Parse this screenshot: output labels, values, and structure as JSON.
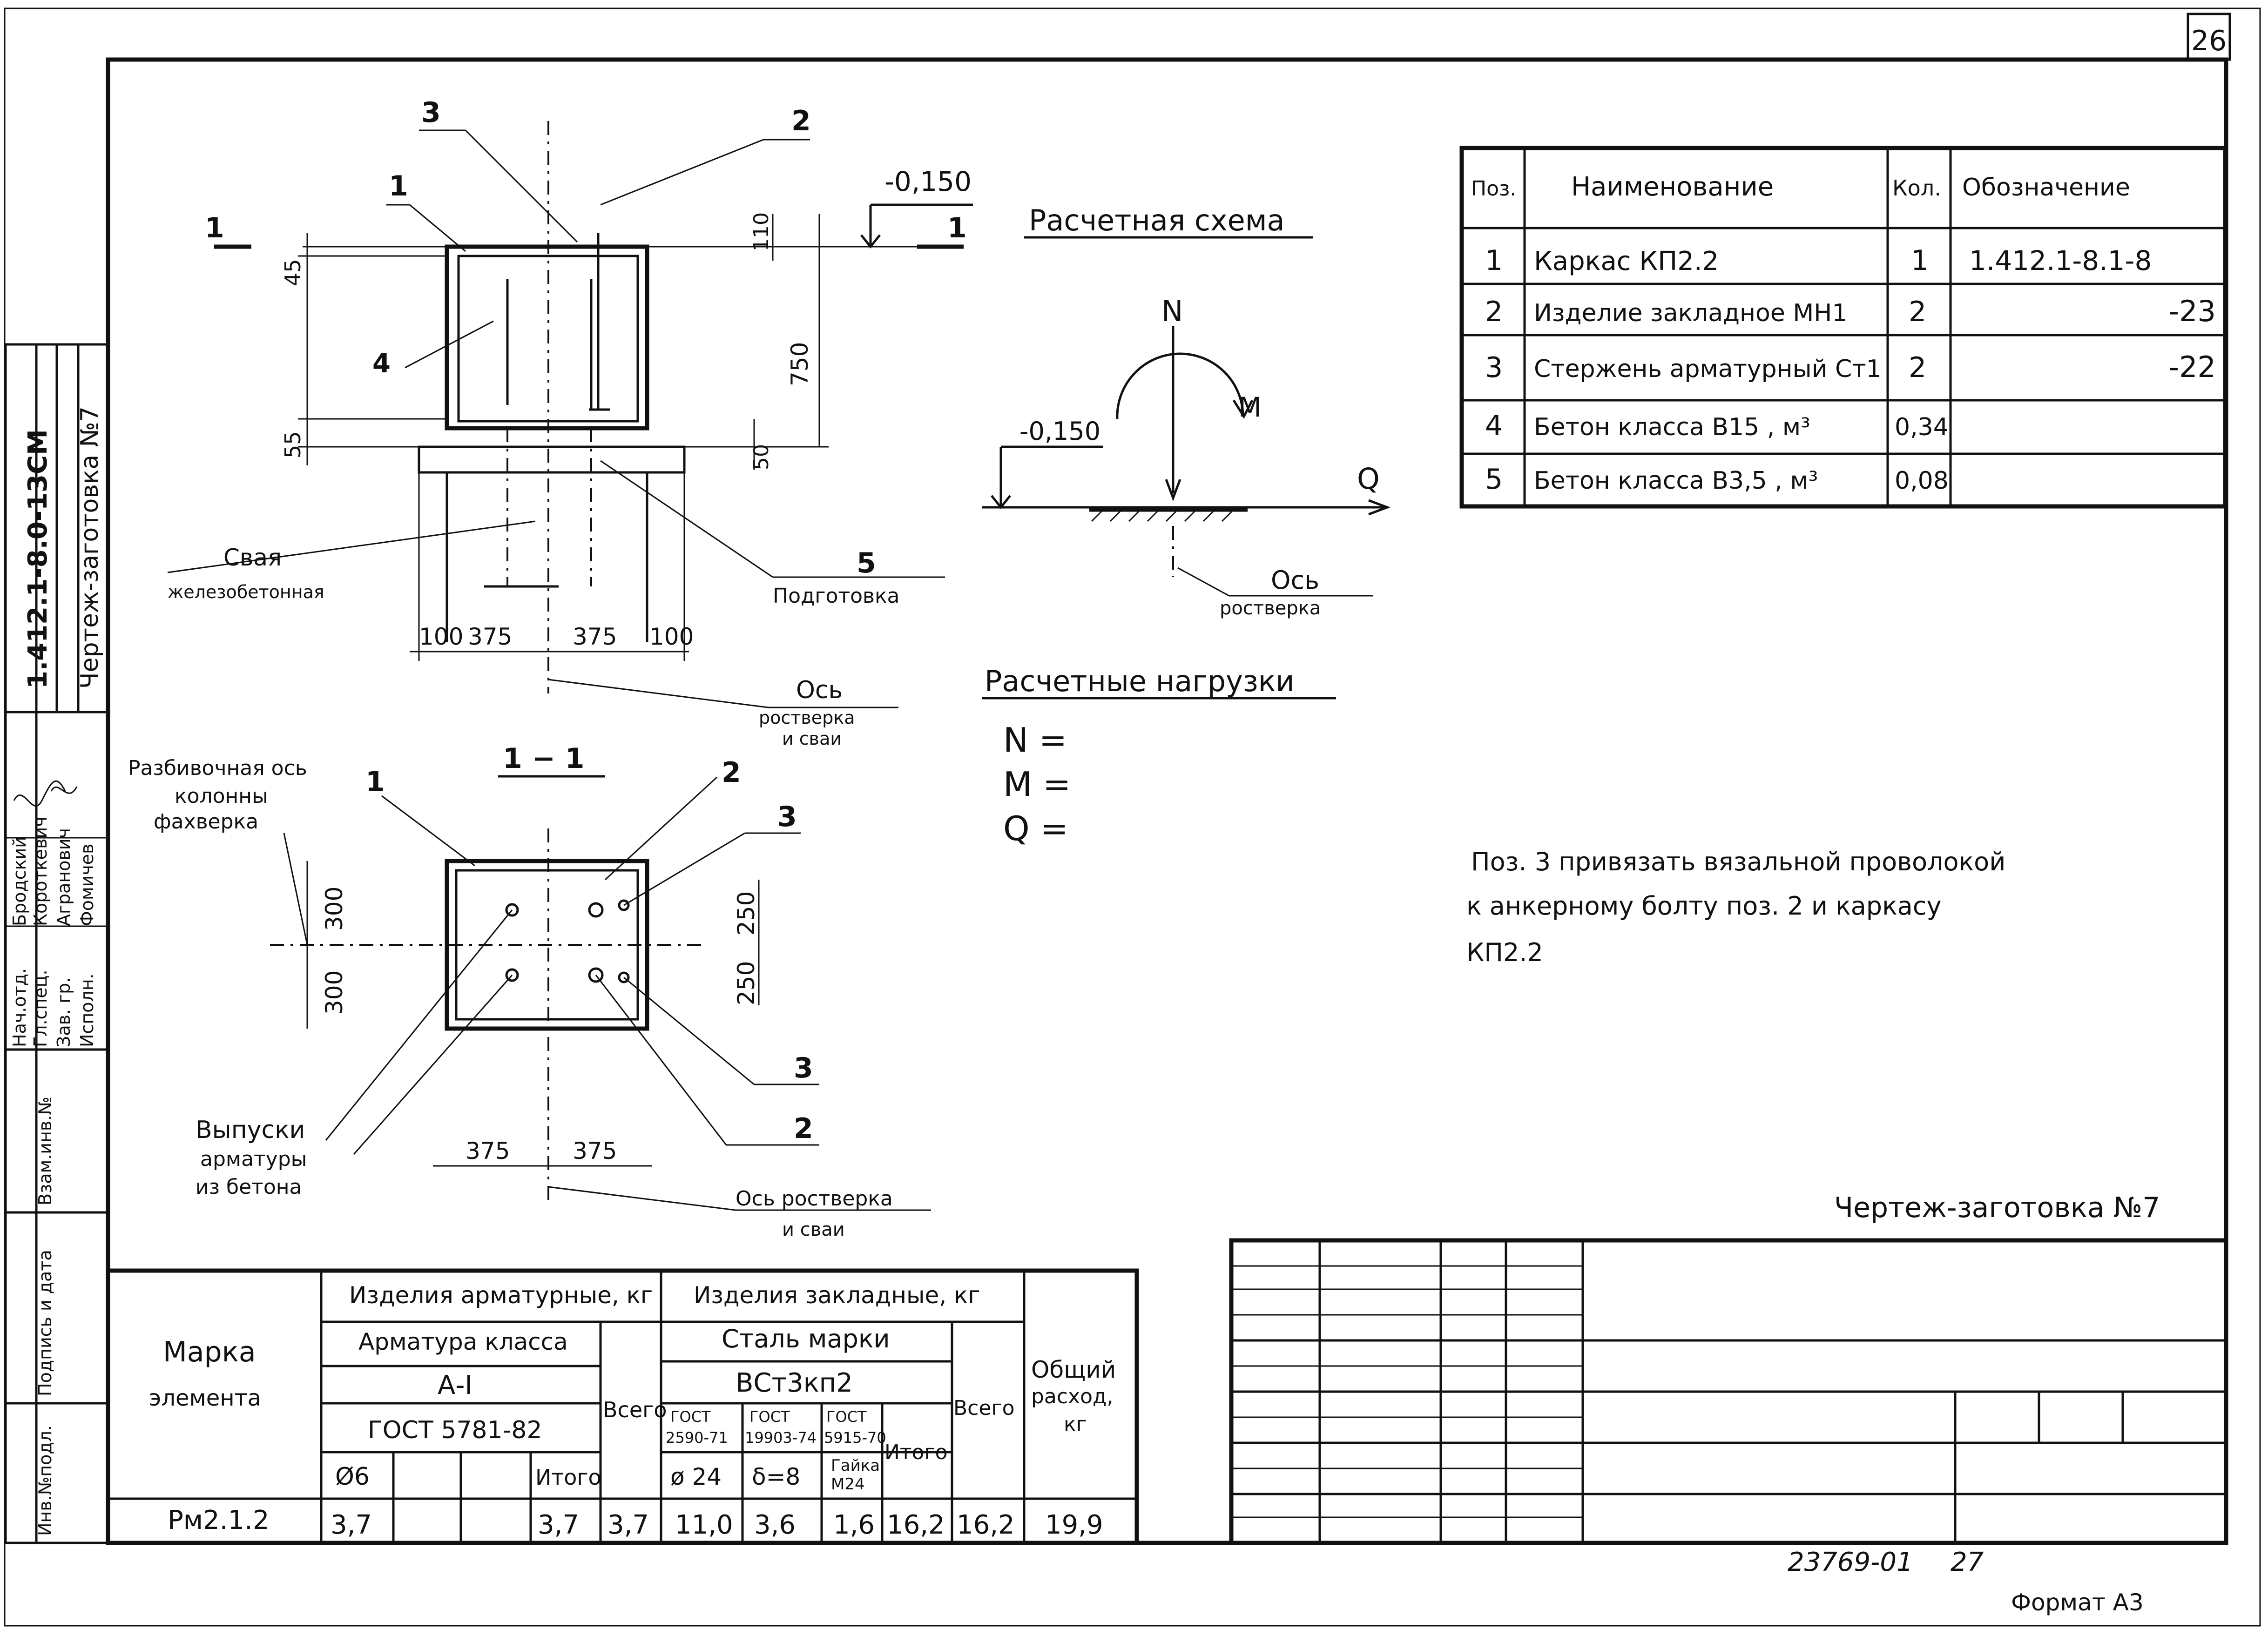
{
  "sheet": {
    "number": "26",
    "footer_code": "23769-01",
    "footer_page": "27",
    "format": "Формат А3",
    "stamp_title": "Чертеж-заготовка №7"
  },
  "side_block": {
    "doc_code": "1.412.1-8.0-13СМ",
    "doc_title": "Чертеж-заготовка №7",
    "roles": [
      "Нач.отд.",
      "Гл.спец.",
      "Зав. гр.",
      "Исполн."
    ],
    "names": [
      "Бродский",
      "Короткевич",
      "Агранович",
      "Фомичев"
    ],
    "fields": [
      "Взам.инв.№",
      "Подпись и дата",
      "Инв.№подл."
    ]
  },
  "elevation": {
    "leader_labels": [
      "1",
      "2",
      "3",
      "4",
      "5"
    ],
    "level_mark": "-0,150",
    "section_mark": "1",
    "dim_vertical": [
      "45",
      "750",
      "55",
      "110",
      "50"
    ],
    "dim_horizontal": [
      "100",
      "375",
      "375",
      "100"
    ],
    "pile_label": [
      "Свая",
      "железобетонная"
    ],
    "prep_label": "Подготовка",
    "axis_label": [
      "Ось",
      "ростверка",
      "и сваи"
    ]
  },
  "section": {
    "title": "1 − 1",
    "leader_labels": [
      "1",
      "2",
      "3",
      "3",
      "2"
    ],
    "dim_left": [
      "300",
      "300"
    ],
    "dim_right": [
      "250",
      "250"
    ],
    "dim_bottom": [
      "375",
      "375"
    ],
    "grid_axis_label": [
      "Разбивочная ось",
      "колонны",
      "фахверка"
    ],
    "rebar_label": [
      "Выпуски",
      "арматуры",
      "из бетона"
    ],
    "axis_label": [
      "Ось ростверка",
      "и сваи"
    ]
  },
  "calc_scheme": {
    "title": "Расчетная схема",
    "labels": {
      "N": "N",
      "M": "M",
      "Q": "Q"
    },
    "level_mark": "-0,150",
    "axis_label": [
      "Ось",
      "ростверка"
    ]
  },
  "loads": {
    "title": "Расчетные нагрузки",
    "rows": [
      "N =",
      "M =",
      "Q ="
    ]
  },
  "note": [
    "Поз. 3 привязать вязальной проволокой",
    "к анкерному болту поз. 2 и каркасу",
    "КП2.2"
  ],
  "spec_table": {
    "headers": [
      "Поз.",
      "Наименование",
      "Кол.",
      "Обозначение"
    ],
    "rows": [
      [
        "1",
        "Каркас КП2.2",
        "1",
        "1.412.1-8.1-8"
      ],
      [
        "2",
        "Изделие закладное МН1",
        "2",
        "-23"
      ],
      [
        "3",
        "Стержень арматурный Ст1",
        "2",
        "-22"
      ],
      [
        "4",
        "Бетон класса В15 , м³",
        "0,34",
        ""
      ],
      [
        "5",
        "Бетон класса В3,5 , м³",
        "0,08",
        ""
      ]
    ]
  },
  "consumption_table": {
    "mark_header": [
      "Марка",
      "элемента"
    ],
    "rebar_group": "Изделия арматурные, кг",
    "rebar_class": "Арматура класса",
    "rebar_grade": "А-I",
    "rebar_gost": "ГОСТ 5781-82",
    "d6": "Ø6",
    "itogo": "Итого",
    "vsego": "Всего",
    "embed_group": "Изделия закладные, кг",
    "steel": "Сталь марки",
    "steel_grade": "ВСт3кп2",
    "gost1": [
      "ГОСТ",
      "2590-71"
    ],
    "gost2": [
      "ГОСТ",
      "19903-74"
    ],
    "gost3": [
      "ГОСТ",
      "5915-70"
    ],
    "d24": "ø 24",
    "d8": "δ=8",
    "nut": [
      "Гайка",
      "М24"
    ],
    "total_header": [
      "Общий",
      "расход,",
      "кг"
    ],
    "row": [
      "Рм2.1.2",
      "3,7",
      "",
      "",
      "3,7",
      "3,7",
      "11,0",
      "3,6",
      "1,6",
      "16,2",
      "16,2",
      "19,9"
    ]
  }
}
